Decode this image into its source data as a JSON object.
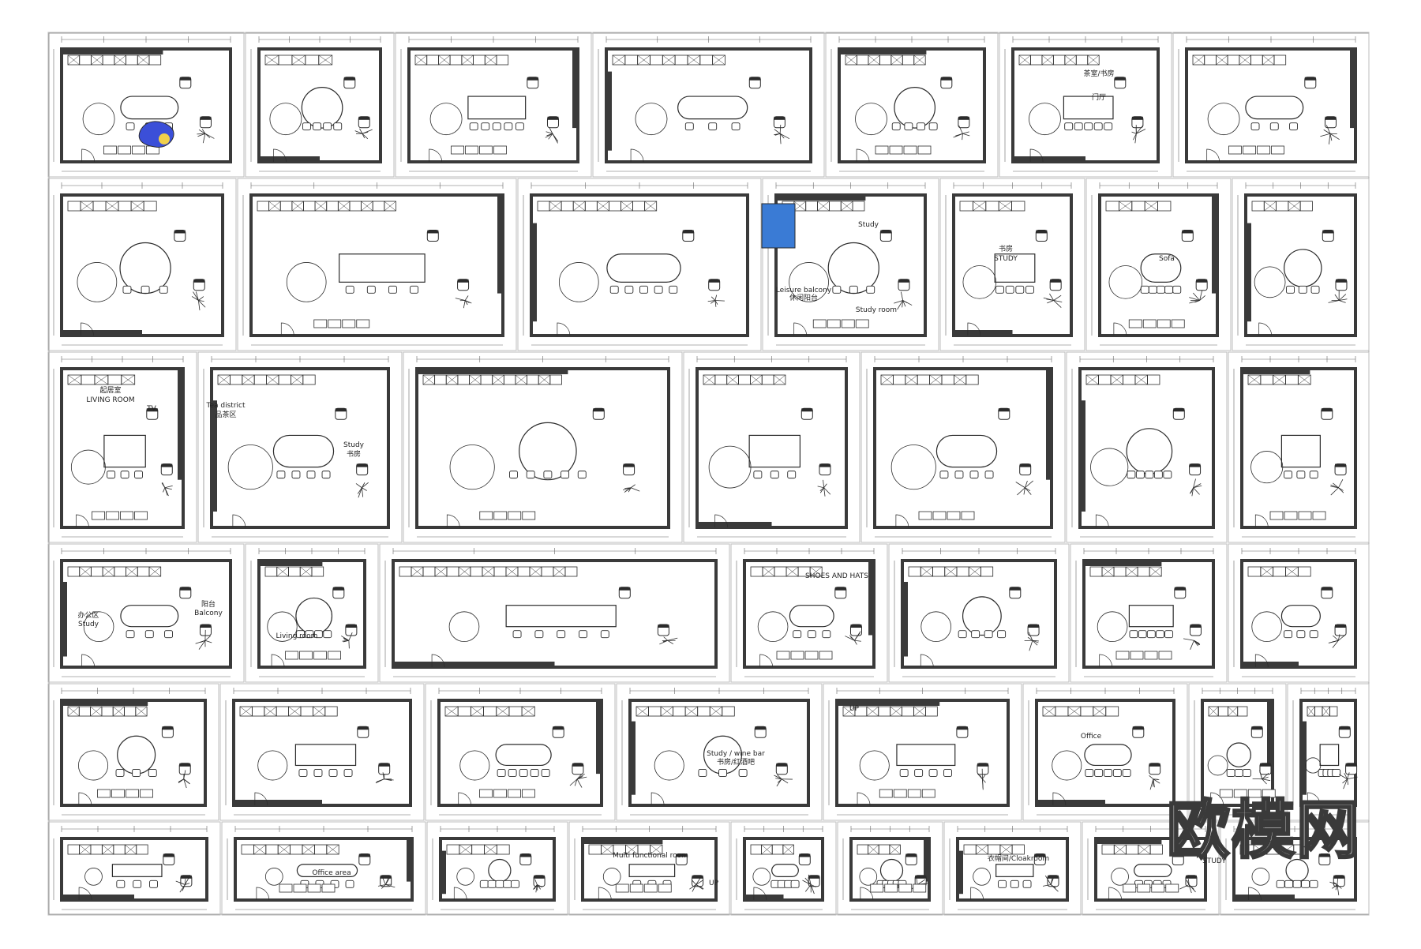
{
  "watermark": "欧模网",
  "labels": {
    "r1": [
      "茶室/书房",
      "门厅"
    ],
    "r2": [
      "书房",
      "STUDY",
      "Study",
      "Leisure balcony",
      "休闲阳台",
      "Study room",
      "Sofa"
    ],
    "r3": [
      "Tea district",
      "品茶区",
      "Study",
      "书房",
      "起居室",
      "LIVING ROOM",
      "TV"
    ],
    "r4": [
      "办公区",
      "Study",
      "阳台",
      "Balcony",
      "SHOES AND HATS",
      "Living room"
    ],
    "r5": [
      "Study / wine bar",
      "书房/红酒吧",
      "UP",
      "Office"
    ],
    "r6": [
      "Multi functional room",
      "衣帽间/Cloakroom",
      "STUDY",
      "UP",
      "Office area"
    ]
  },
  "colors": {
    "line": "#2b2b2b",
    "wall": "#3a3a3a",
    "blue_fill": "#3a7bd5",
    "swatch_yellow": "#f1d04a",
    "swatch_blue": "#3b4fd8"
  }
}
